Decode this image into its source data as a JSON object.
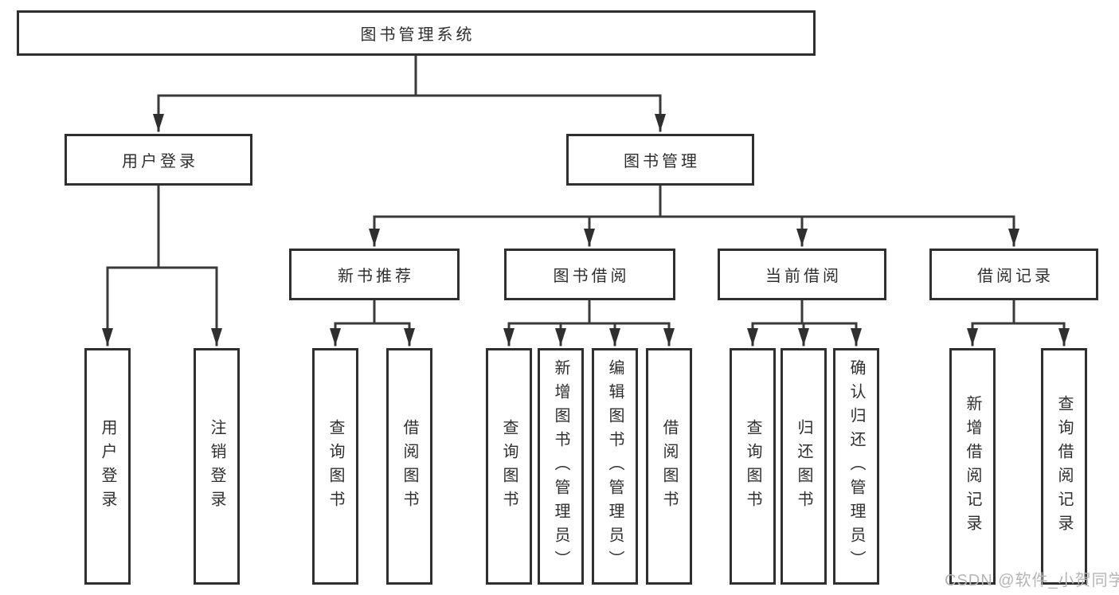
{
  "tree": {
    "root": "图书管理系统",
    "branches": [
      {
        "label": "用户登录",
        "children": [
          "用户登录",
          "注销登录"
        ]
      },
      {
        "label": "图书管理",
        "groups": [
          {
            "label": "新书推荐",
            "children": [
              "查询图书",
              "借阅图书"
            ]
          },
          {
            "label": "图书借阅",
            "children": [
              "查询图书",
              "新增图书（管理员）",
              "编辑图书（管理员）",
              "借阅图书"
            ]
          },
          {
            "label": "当前借阅",
            "children": [
              "查询图书",
              "归还图书",
              "确认归还（管理员）"
            ]
          },
          {
            "label": "借阅记录",
            "children": [
              "新增借阅记录",
              "查询借阅记录"
            ]
          }
        ]
      }
    ]
  },
  "colors": {
    "box_border": "#2f2f2f",
    "connector_line": "#3a3a3a",
    "text": "#2f2f2f",
    "watermark_text": "#b5b5b5",
    "background": "#ffffff"
  },
  "watermark": {
    "text": "CSDN @软件_小贺同学"
  }
}
